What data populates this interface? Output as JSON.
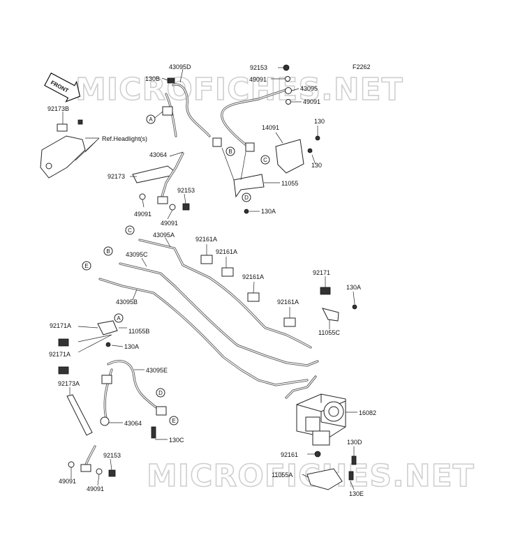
{
  "diagram_code": "F2262",
  "watermark": "MICROFICHES.NET",
  "front_label": "FRONT",
  "ref_text": "Ref.Headlight(s)",
  "parts": {
    "p130B": "130B",
    "p43095D": "43095D",
    "p92153a": "92153",
    "p49091a": "49091",
    "p43095": "43095",
    "p49091b": "49091",
    "p92173B": "92173B",
    "p14091": "14091",
    "p130a": "130",
    "p130b": "130",
    "p43064a": "43064",
    "p92173": "92173",
    "p11055": "11055",
    "p92153b": "92153",
    "p49091c": "49091",
    "p49091d": "49091",
    "p130A1": "130A",
    "p43095A": "43095A",
    "p92161A1": "92161A",
    "p92161A2": "92161A",
    "p43095C": "43095C",
    "p92161A3": "92161A",
    "p92171": "92171",
    "p130A2": "130A",
    "p92161A4": "92161A",
    "p43095B": "43095B",
    "p11055C": "11055C",
    "p92171A1": "92171A",
    "p11055B": "11055B",
    "p130A3": "130A",
    "p92171A2": "92171A",
    "p43095E": "43095E",
    "p92173A": "92173A",
    "p16082": "16082",
    "p43064b": "43064",
    "p130C": "130C",
    "p130D": "130D",
    "p92161": "92161",
    "p92153c": "92153",
    "p11055A": "11055A",
    "p49091e": "49091",
    "p49091f": "49091",
    "p130E": "130E"
  },
  "callouts": {
    "A1": "A",
    "B1": "B",
    "C1": "C",
    "D1": "D",
    "C2": "C",
    "B2": "B",
    "E1": "E",
    "A2": "A",
    "D2": "D",
    "E2": "E"
  }
}
